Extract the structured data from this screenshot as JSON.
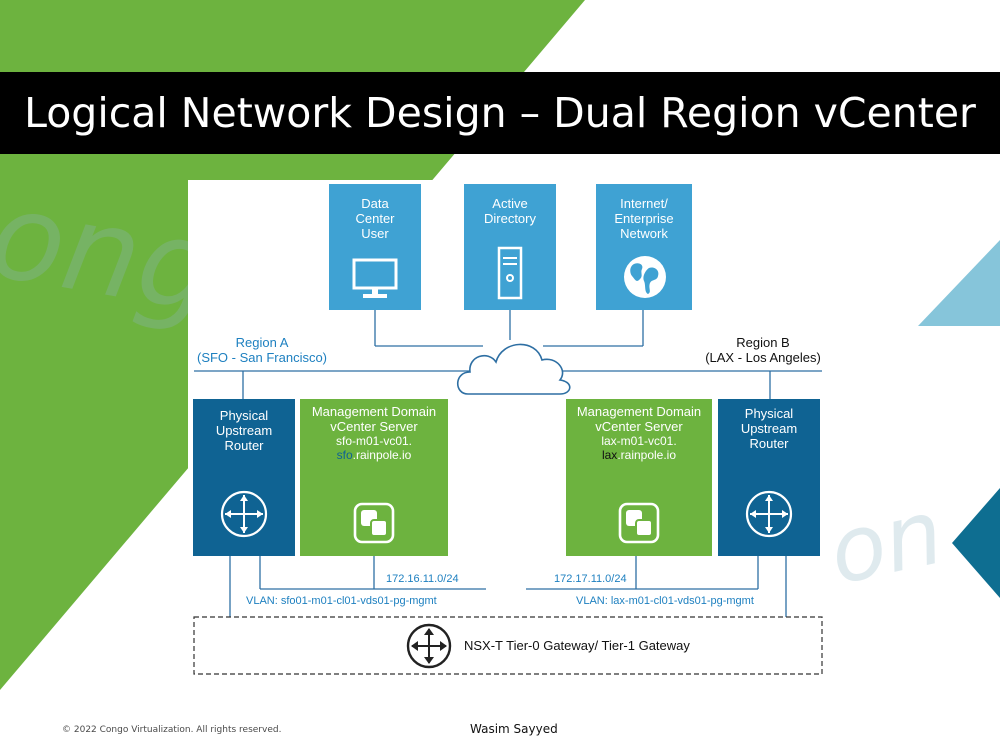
{
  "slide": {
    "title": "Logical Network Design – Dual Region vCenter"
  },
  "colors": {
    "green": "#6DB33F",
    "blue_light": "#3FA2D3",
    "blue_dark": "#0F6393",
    "line": "#2E6FA3",
    "accent": "#86C5DA",
    "teal": "#0E6E91"
  },
  "diagram": {
    "top_boxes": [
      {
        "label": "Data\nCenter\nUser",
        "icon": "monitor-icon"
      },
      {
        "label": "Active\nDirectory",
        "icon": "server-tower-icon"
      },
      {
        "label": "Internet/\nEnterprise\nNetwork",
        "icon": "globe-icon"
      }
    ],
    "cloud_icon": "cloud-icon",
    "region_a": {
      "label_line1": "Region A",
      "label_line2": "(SFO - San Francisco)",
      "router": {
        "label": "Physical\nUpstream\nRouter",
        "icon": "router-icon"
      },
      "vcenter": {
        "title": "Management Domain\nvCenter Server",
        "host_prefix": "sfo-m01-vc01.",
        "host_site": "sfo",
        "host_domain": ".rainpole.io",
        "icon": "vsphere-icon"
      },
      "subnet": "172.16.11.0/24",
      "vlan": "VLAN: sfo01-m01-cl01-vds01-pg-mgmt"
    },
    "region_b": {
      "label_line1": "Region B",
      "label_line2": "(LAX - Los Angeles)",
      "router": {
        "label": "Physical\nUpstream\nRouter",
        "icon": "router-icon"
      },
      "vcenter": {
        "title": "Management Domain\nvCenter Server",
        "host_prefix": "lax-m01-vc01.",
        "host_site": "lax",
        "host_domain": ".rainpole.io",
        "icon": "vsphere-icon"
      },
      "subnet": "172.17.11.0/24",
      "vlan": "VLAN: lax-m01-cl01-vds01-pg-mgmt"
    },
    "gateway": {
      "label": "NSX-T Tier-0 Gateway/ Tier-1 Gateway",
      "icon": "router-icon"
    }
  },
  "footer": {
    "copyright": "© 2022 Congo Virtualization. All rights reserved.",
    "author": "Wasim Sayyed"
  }
}
